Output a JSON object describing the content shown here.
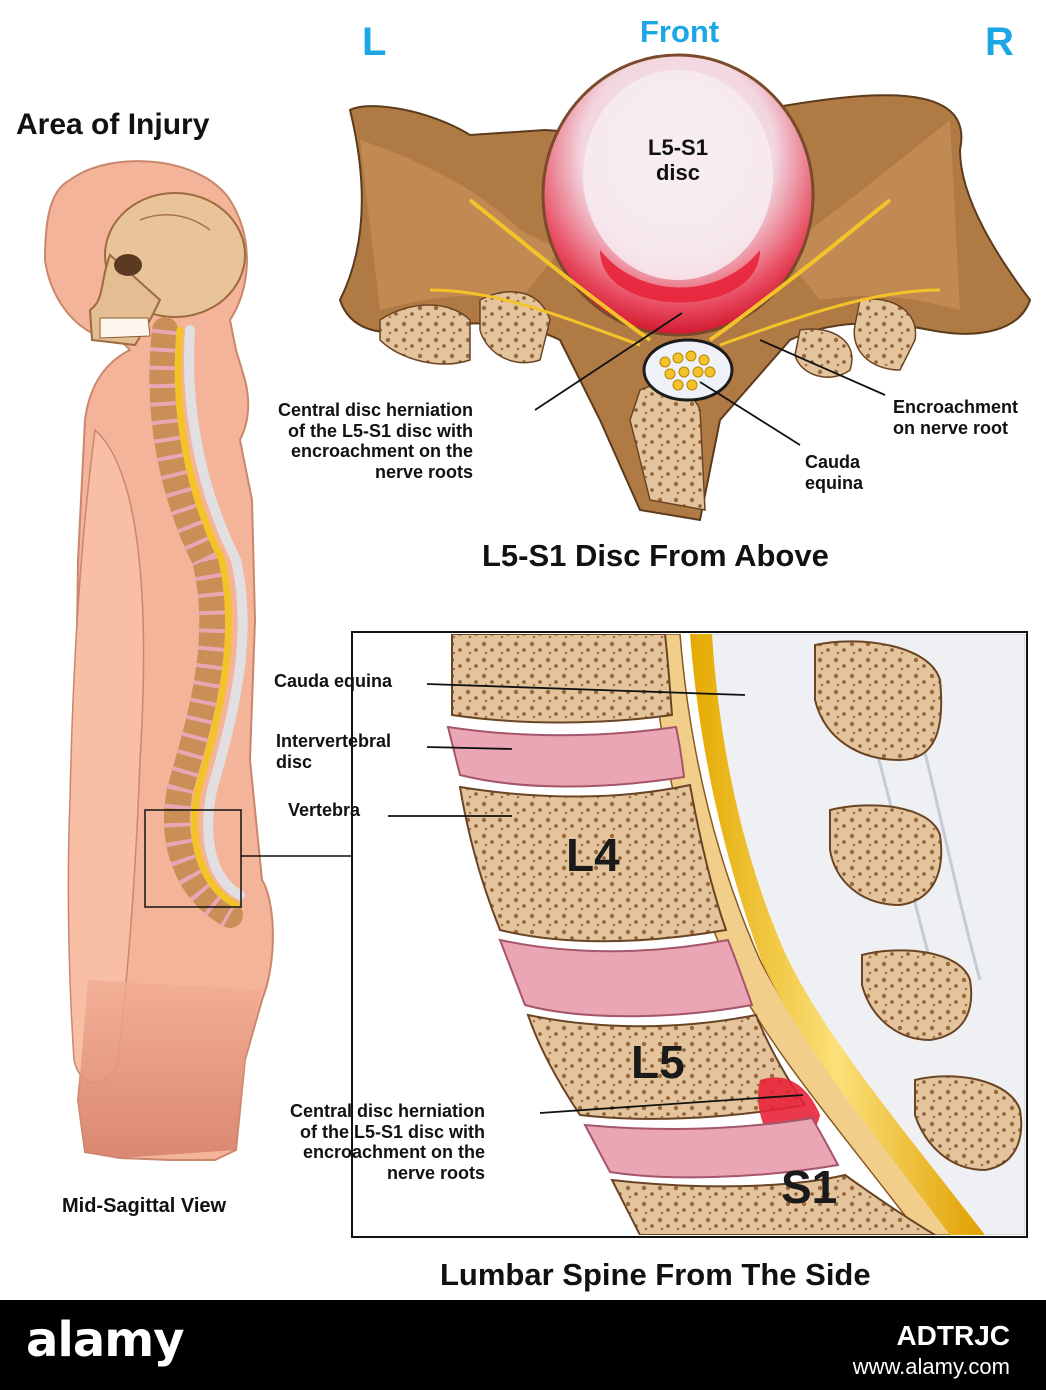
{
  "left_panel": {
    "title": "Area of Injury",
    "caption": "Mid-Sagittal View"
  },
  "top_panel": {
    "left_marker": "L",
    "front_marker": "Front",
    "right_marker": "R",
    "disc_label": "L5-S1\ndisc",
    "herniation_note": "Central disc herniation\nof the L5-S1 disc with\nencroachment on the\nnerve roots",
    "encroachment_note": "Encroachment\non nerve root",
    "cauda_note": "Cauda\nequina",
    "title": "L5-S1 Disc From Above"
  },
  "bottom_panel": {
    "cauda_label": "Cauda equina",
    "disc_label": "Intervertebral\ndisc",
    "vertebra_label": "Vertebra",
    "l4": "L4",
    "l5": "L5",
    "s1": "S1",
    "herniation_note": "Central disc herniation\nof the L5-S1 disc with\nencroachment on the\nnerve roots",
    "title": "Lumbar Spine From The Side"
  },
  "footer": {
    "brand": "alamy",
    "image_code": "ADTRJC",
    "url": "www.alamy.com"
  },
  "colors": {
    "skin": "#f4b49a",
    "bone": "#c98f56",
    "bone_light": "#e8c7a0",
    "disc_pink": "#e9a7b4",
    "nerve_yellow": "#f4c32a",
    "herniation_red": "#e8233a",
    "accent_blue": "#1ba7e6"
  }
}
